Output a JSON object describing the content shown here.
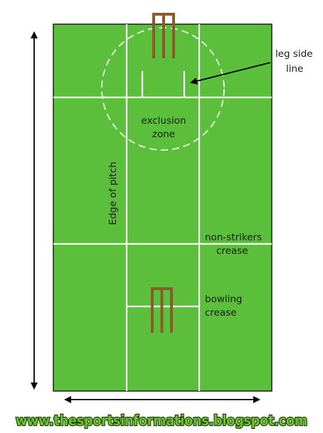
{
  "colors": {
    "field": "#5cbf3c",
    "field_border": "#1f1f1f",
    "lines": "#ffffff",
    "stumps": "#8b5a2b",
    "arrows": "#000000",
    "watermark_fill": "#6cc32a",
    "watermark_outline": "#1e3d0c"
  },
  "labels": {
    "leg_side_line": [
      "leg side",
      "line"
    ],
    "exclusion_zone": [
      "exclusion",
      "zone"
    ],
    "edge_of_pitch": "Edge of pitch",
    "non_strikers_crease": [
      "non-strikers",
      "crease"
    ],
    "bowling_crease": [
      "bowling",
      "crease"
    ]
  },
  "watermark": "www.thesportsinformations.blogspot.com",
  "icons": {
    "stumps_top": "wicket-icon",
    "stumps_bottom": "wicket-icon",
    "vertical_arrow": "double-arrow-vertical-icon",
    "horizontal_arrow": "double-arrow-horizontal-icon",
    "pointer_arrow": "arrow-icon"
  }
}
